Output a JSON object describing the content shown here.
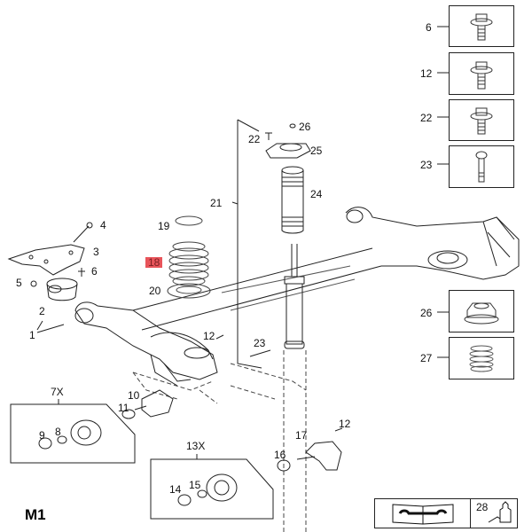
{
  "diagram": {
    "page_code": "M1",
    "highlighted_part": "18",
    "callouts": {
      "p1": "1",
      "p2": "2",
      "p3": "3",
      "p4": "4",
      "p5": "5",
      "p6": "6",
      "p7x": "7X",
      "p8": "8",
      "p9": "9",
      "p10": "10",
      "p11": "11",
      "p12a": "12",
      "p12b": "12",
      "p13x": "13X",
      "p14": "14",
      "p15": "15",
      "p16": "16",
      "p17": "17",
      "p18": "18",
      "p19": "19",
      "p20": "20",
      "p21": "21",
      "p22": "22",
      "p23": "23",
      "p24": "24",
      "p25": "25",
      "p26": "26"
    },
    "fastener_legend": [
      {
        "label": "6",
        "icon": "flange-bolt-icon"
      },
      {
        "label": "12",
        "icon": "flange-bolt-icon"
      },
      {
        "label": "22",
        "icon": "flange-bolt-icon"
      },
      {
        "label": "23",
        "icon": "long-bolt-icon"
      },
      {
        "label": "26",
        "icon": "hex-flange-nut-icon"
      },
      {
        "label": "27",
        "icon": "spring-nut-icon"
      }
    ],
    "footer": {
      "manual_icon": "repair-manual-icon",
      "adhesive_label": "28",
      "adhesive_icon": "adhesive-tube-icon"
    }
  }
}
